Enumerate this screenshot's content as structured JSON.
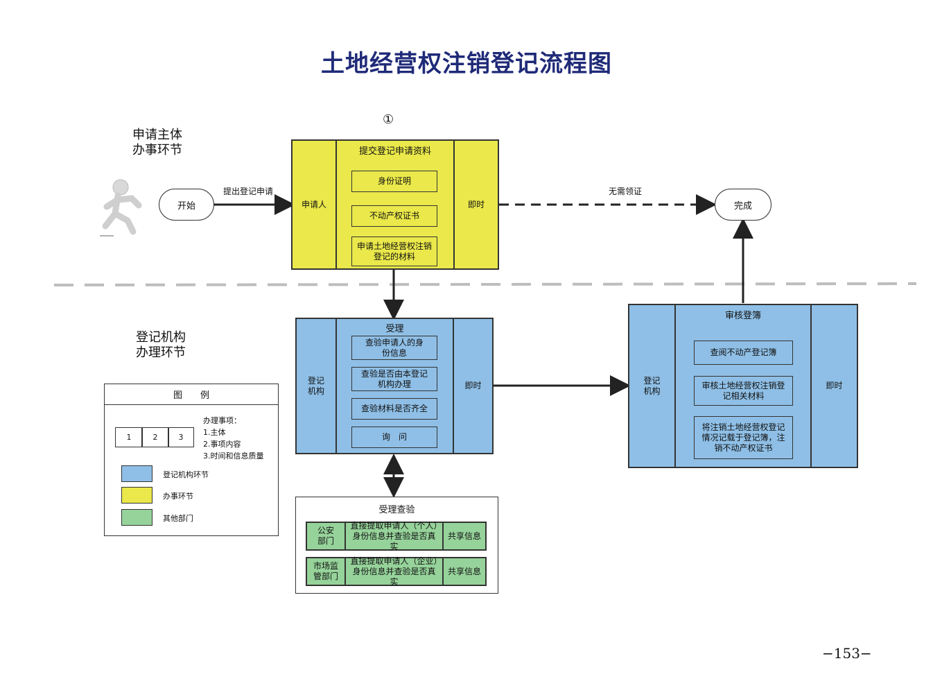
{
  "title": "土地经营权注销登记流程图",
  "marker": "①",
  "lanes": {
    "applicant": [
      "申请主体",
      "办事环节"
    ],
    "registry": [
      "登记机构",
      "办理环节"
    ]
  },
  "start": "开始",
  "finish": "完成",
  "edge_submit": "提出登记申请",
  "edge_no_pickup": "无需领证",
  "apply_block": {
    "actor": "申请人",
    "header": "提交登记申请资料",
    "items": [
      "身份证明",
      "不动产权证书",
      "申请土地经营权注销登记的材料"
    ],
    "time": "即时"
  },
  "accept_block": {
    "actor": "登记机构",
    "header": "受理",
    "items": [
      "查验申请人的身份信息",
      "查验是否由本登记机构办理",
      "查验材料是否齐全",
      "询　问"
    ],
    "time": "即时"
  },
  "review_block": {
    "actor": "登记机构",
    "header": "审核登簿",
    "items": [
      "查阅不动产登记簿",
      "审核土地经营权注销登记相关材料",
      "将注销土地经营权登记情况记载于登记簿，注销不动产权证书"
    ],
    "time": "即时"
  },
  "verify_block": {
    "header": "受理查验",
    "rows": [
      {
        "dept": "公安部门",
        "desc": "直接提取申请人（个人）身份信息并查验是否真实",
        "share": "共享信息"
      },
      {
        "dept": "市场监管部门",
        "desc": "直接提取申请人（企业）身份信息并查验是否真实",
        "share": "共享信息"
      }
    ]
  },
  "legend": {
    "title": "图　　例",
    "cells": [
      "1",
      "2",
      "3"
    ],
    "desc_title": "办理事项：",
    "desc_lines": [
      "1.主体",
      "2.事项内容",
      "3.时间和信息质量"
    ],
    "entries": [
      {
        "label": "登记机构环节",
        "color": "#8fbfe6"
      },
      {
        "label": "办事环节",
        "color": "#eae84a"
      },
      {
        "label": "其他部门",
        "color": "#96d39a"
      }
    ]
  },
  "page_number": "−153−"
}
